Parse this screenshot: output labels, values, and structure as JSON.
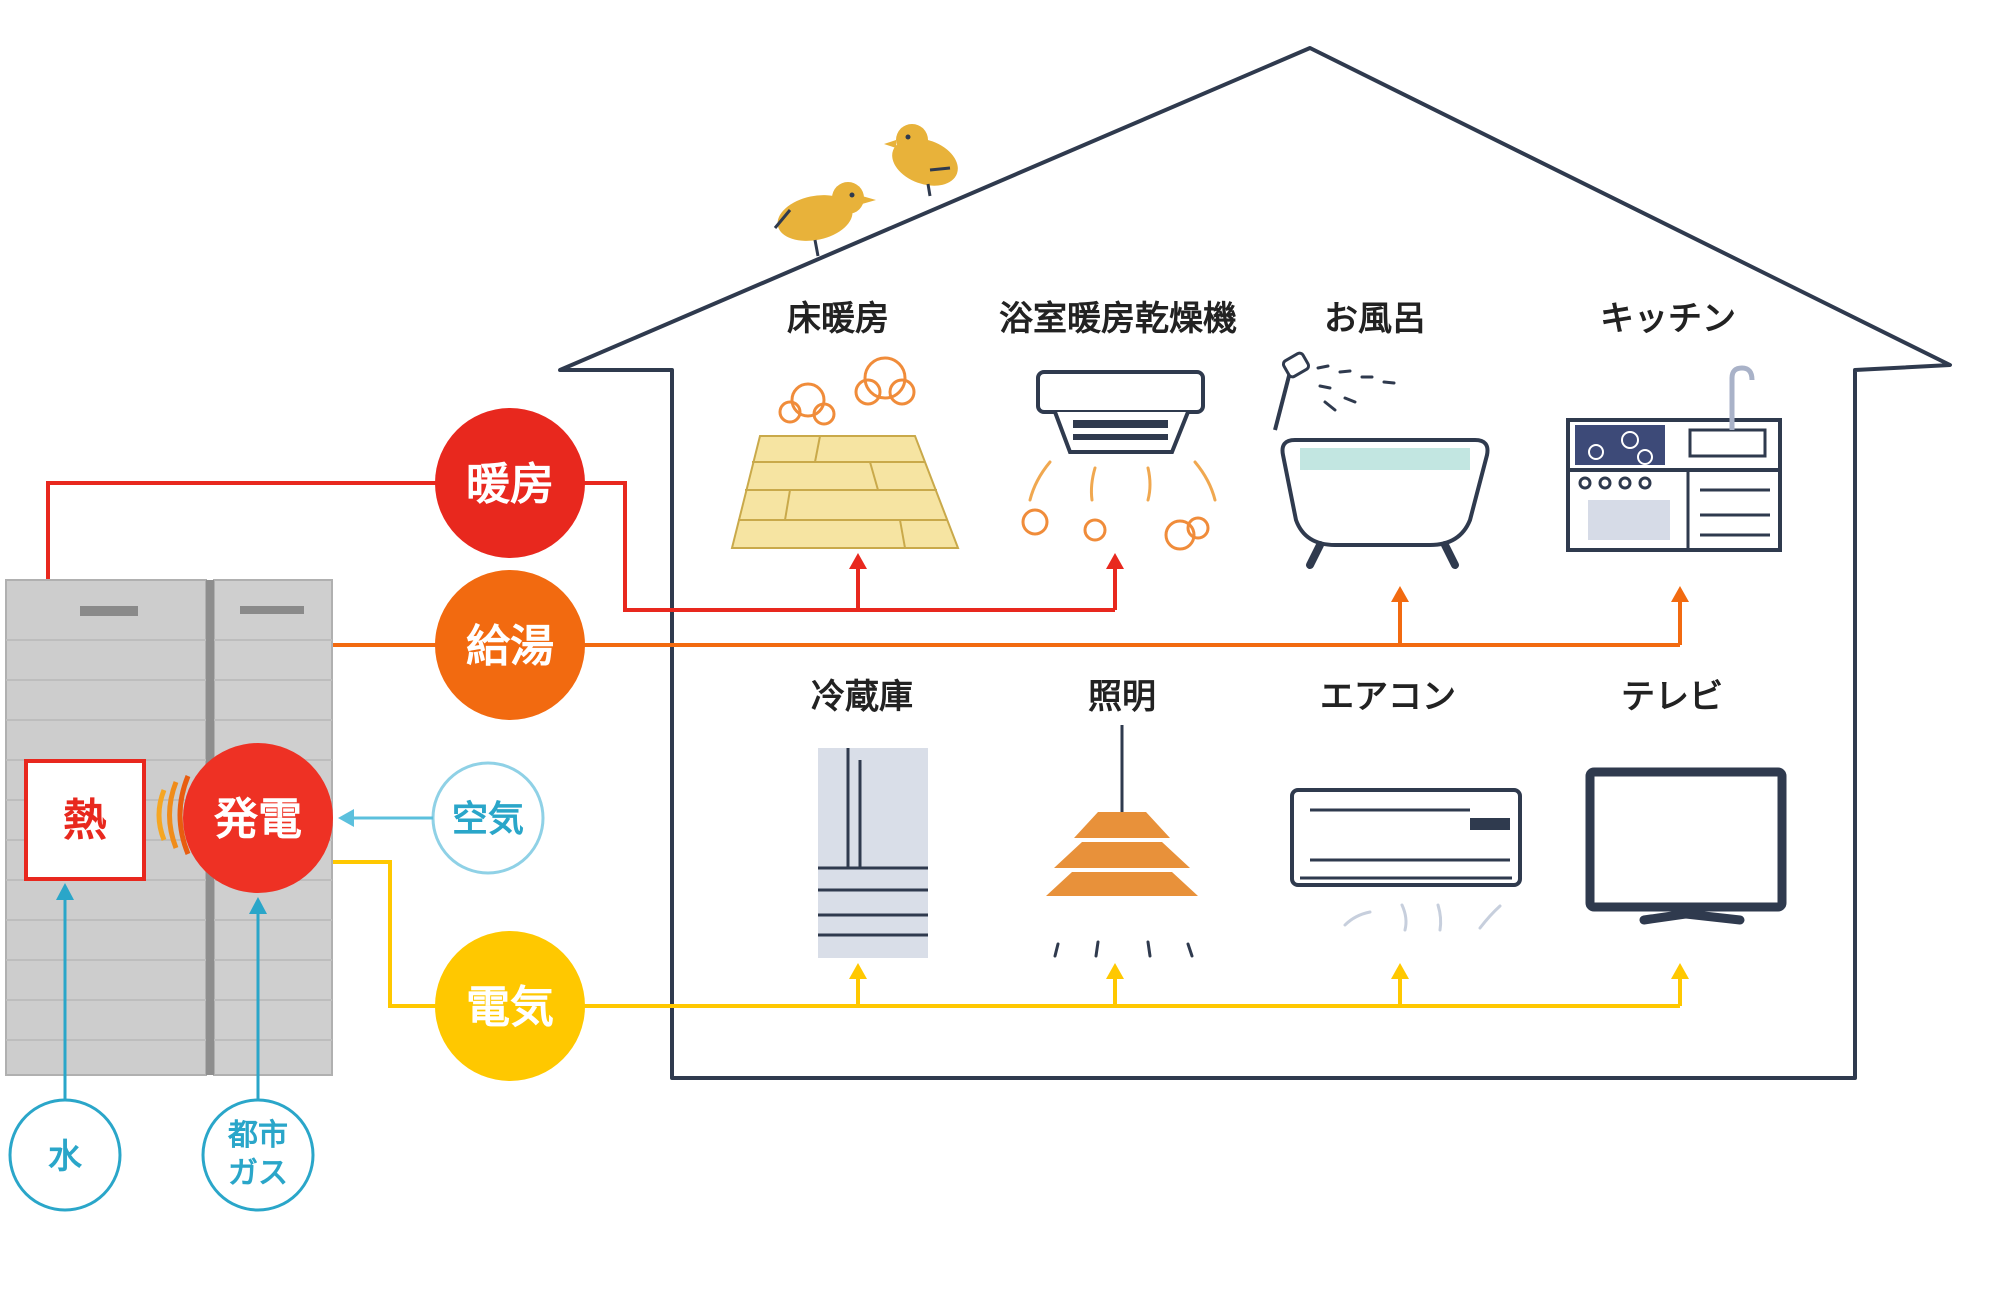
{
  "energy_flows": {
    "heating": "暖房",
    "hot_water": "給湯",
    "electricity": "電気"
  },
  "unit": {
    "heat": "熱",
    "generation": "発電"
  },
  "inputs": {
    "air": "空気",
    "water": "水",
    "city_gas_line1": "都市",
    "city_gas_line2": "ガス"
  },
  "appliances_upper": [
    "床暖房",
    "浴室暖房乾燥機",
    "お風呂",
    "キッチン"
  ],
  "appliances_lower": [
    "冷蔵庫",
    "照明",
    "エアコン",
    "テレビ"
  ],
  "colors": {
    "heating": "#e8281e",
    "hot_water": "#f26a10",
    "electricity": "#ffc800",
    "generation": "#ee3124",
    "input": "#2aa6c9",
    "house_outline": "#2f3a4e",
    "unit_body": "#cfcfcf"
  }
}
